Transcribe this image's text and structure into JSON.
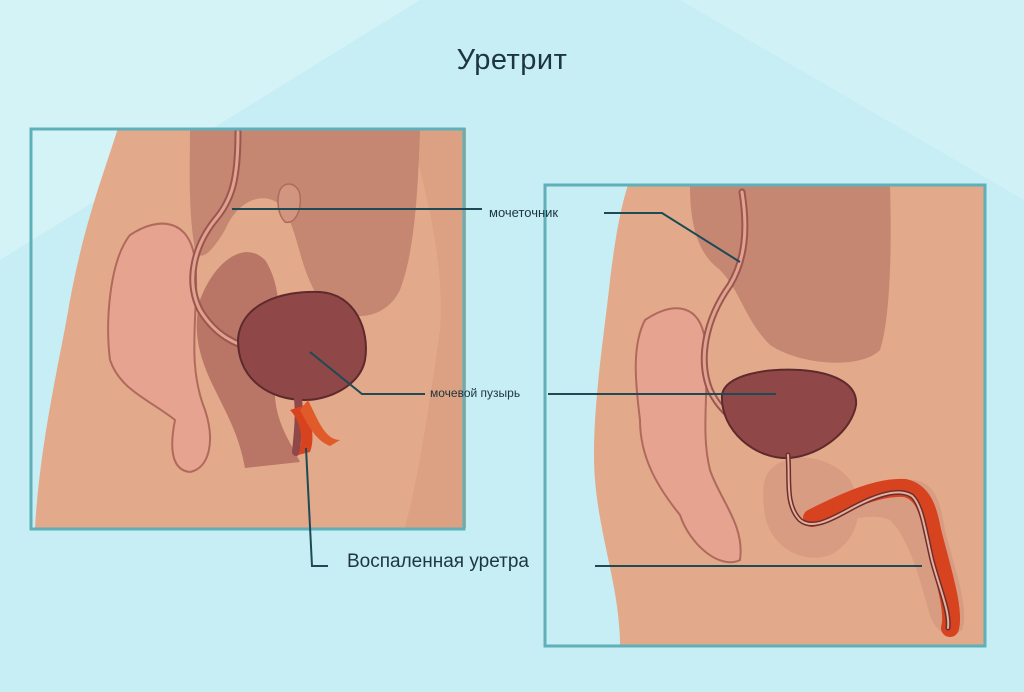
{
  "title": "Уретрит",
  "labels": {
    "ureter": "мочеточник",
    "bladder": "мочевой пузырь",
    "urethra": "Воспаленная уретра"
  },
  "colors": {
    "background": "#c6eef4",
    "frame": "#5fb0b8",
    "skin": "#e2a98a",
    "bladder": "#8f4748",
    "inflammation": "#d8431f",
    "leader_line": "#1d4a55"
  }
}
